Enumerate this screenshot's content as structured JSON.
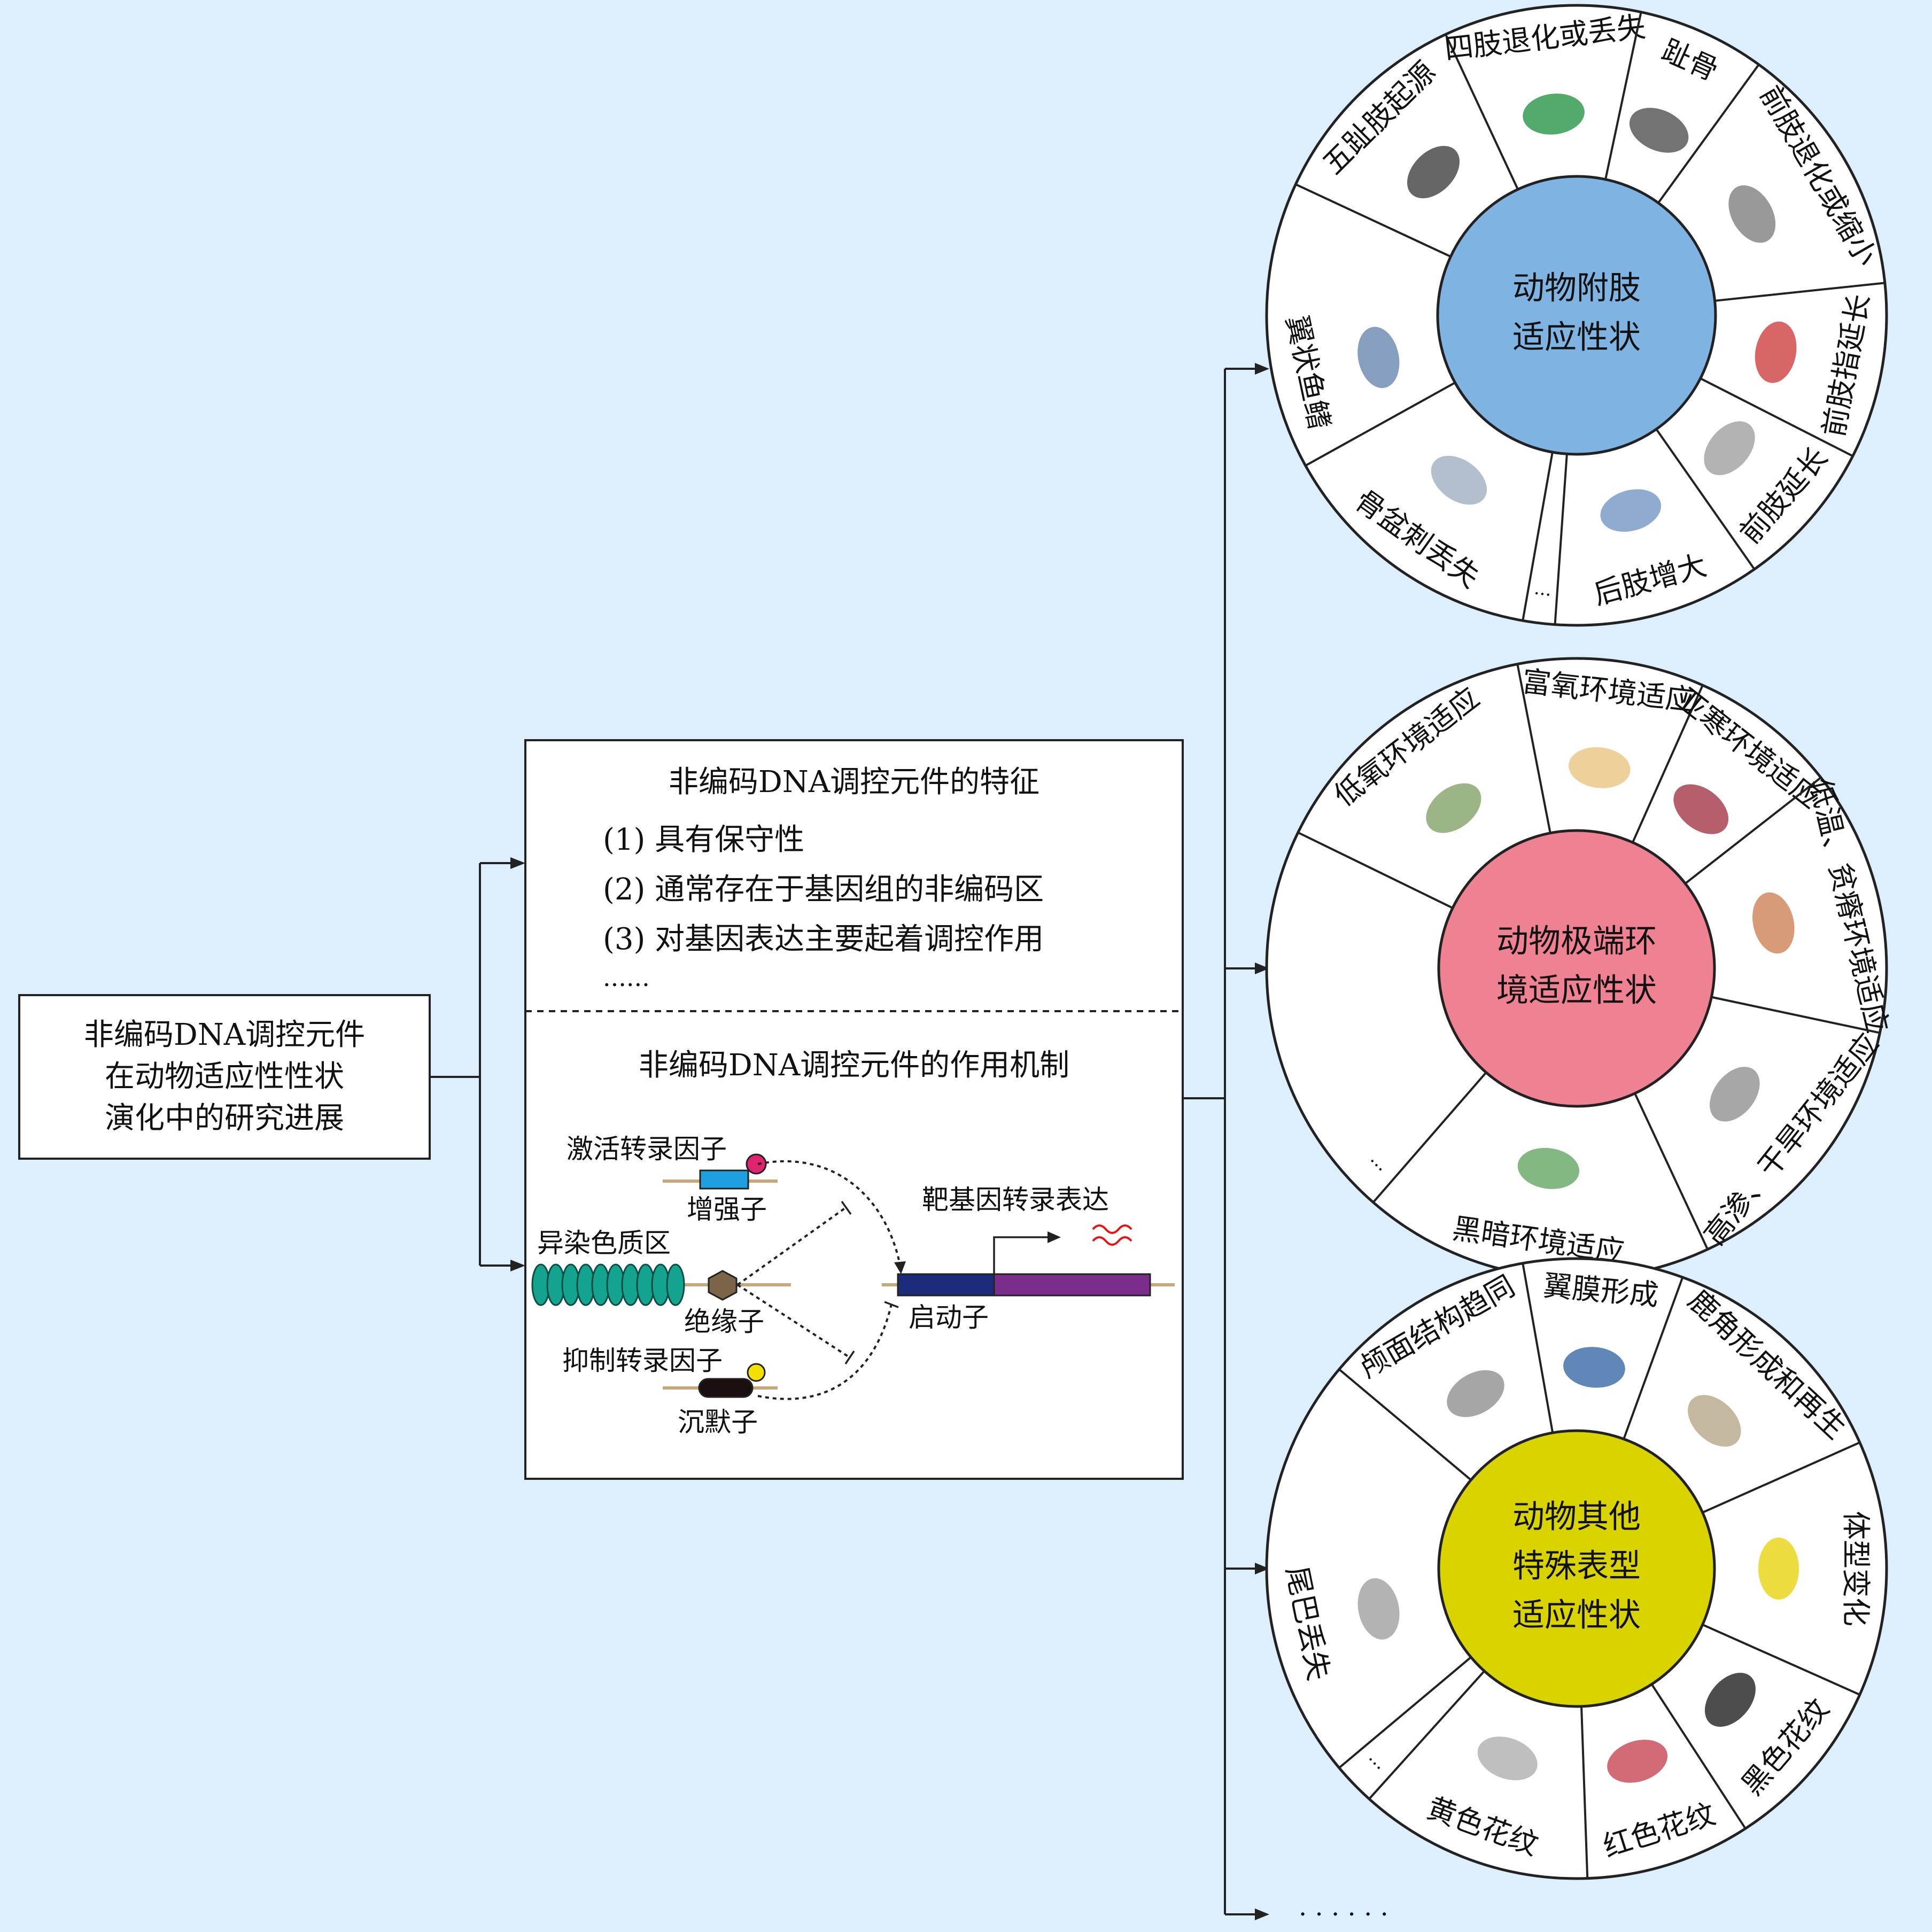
{
  "title": {
    "line1": "非编码DNA调控元件",
    "line2": "在动物适应性性状",
    "line3": "演化中的研究进展"
  },
  "features": {
    "heading": "非编码DNA调控元件的特征",
    "items": [
      "(1) 具有保守性",
      "(2) 通常存在于基因组的非编码区",
      "(3) 对基因表达主要起着调控作用",
      "......"
    ]
  },
  "mechanism": {
    "heading": "非编码DNA调控元件的作用机制",
    "activator": "激活转录因子",
    "enhancer": "增强子",
    "heterochromatin": "异染色质区",
    "insulator": "绝缘子",
    "repressor": "抑制转录因子",
    "silencer": "沉默子",
    "promoter": "启动子",
    "target": "靶基因转录表达"
  },
  "wheels": [
    {
      "center": [
        "动物附肢",
        "适应性状"
      ],
      "color": "#7eb3e2",
      "sectors": [
        "五趾肢起源",
        "四肢退化或丢失",
        "趾骨",
        "前肢退化或缩小",
        "前肢指延长",
        "前肢延长",
        "后肢增大",
        "...",
        "骨盆刺丢失",
        "翼状鱼鳍"
      ]
    },
    {
      "center": [
        "动物极端环",
        "境适应性状"
      ],
      "color": "#ef8292",
      "sectors": [
        "低氧环境适应",
        "富氧环境适应",
        "亚寒环境适应",
        "低温、贫瘠环境适应",
        "高渗、干旱环境适应",
        "黑暗环境适应",
        "..."
      ]
    },
    {
      "center": [
        "动物其他",
        "特殊表型",
        "适应性状"
      ],
      "color": "#d9d400",
      "sectors": [
        "颅面结构趋同",
        "翼膜形成",
        "鹿角形成和再生",
        "体型变化",
        "黑色花纹",
        "红色花纹",
        "黄色花纹",
        "...",
        "尾巴丢失"
      ]
    }
  ],
  "trailing": "· · · · · ·"
}
